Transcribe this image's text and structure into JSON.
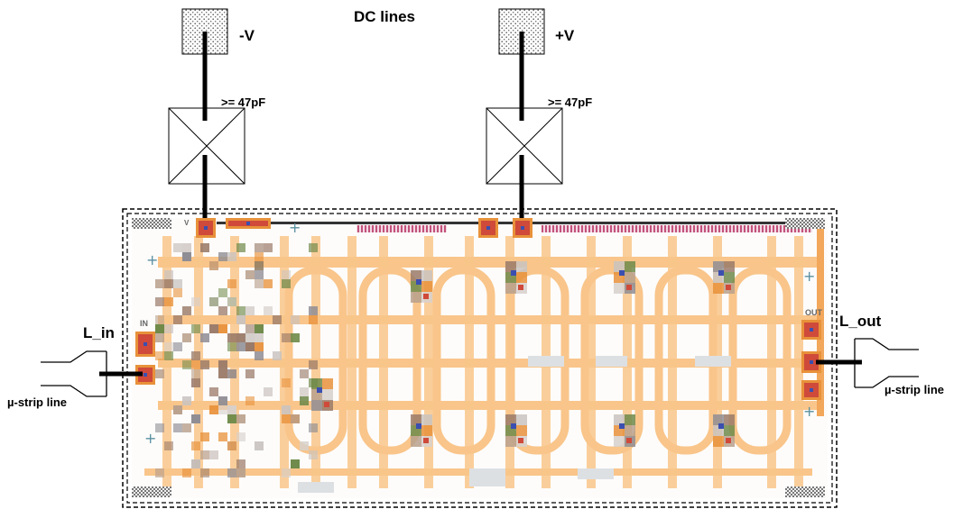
{
  "title": "DC lines",
  "supplies": {
    "negative": {
      "label": "-V"
    },
    "positive": {
      "label": "+V"
    }
  },
  "capacitors": {
    "left": {
      "label": ">= 47pF"
    },
    "right": {
      "label": ">= 47pF"
    }
  },
  "ports": {
    "input": {
      "label": "L_in",
      "line_label": "µ-strip line"
    },
    "output": {
      "label": "L_out",
      "line_label": "µ-strip line"
    }
  },
  "chip": {
    "pin_labels": {
      "in": "IN",
      "out": "OUT",
      "v": "V"
    },
    "colors": {
      "trace": "#f9c58a",
      "trace_dark": "#f2a75a",
      "pad_red": "#cf4a3a",
      "pad_orange": "#e8913a",
      "via_blue": "#3a4fb0",
      "device_brown": "#9a7a68",
      "device_gray": "#c9c3c0",
      "device_green": "#6f8a4a",
      "outline": "#000000"
    }
  }
}
